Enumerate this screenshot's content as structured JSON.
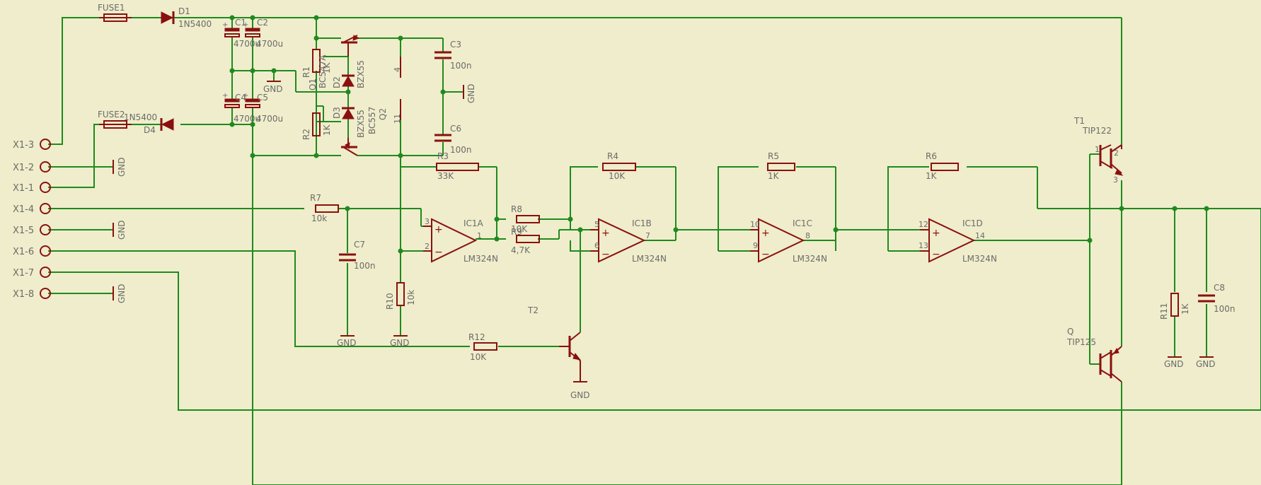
{
  "schematic": {
    "connector_labels": [
      "X1-3",
      "X1-2",
      "X1-1",
      "X1-4",
      "X1-5",
      "X1-6",
      "X1-7",
      "X1-8"
    ],
    "gnd": "GND",
    "fuse1": "FUSE1",
    "fuse2": "FUSE2",
    "d1": "D1",
    "d1_val": "1N5400",
    "d4": "D4",
    "d4_val": "1N5400",
    "c1": "C1",
    "c2": "C2",
    "c4": "C4",
    "c5": "C5",
    "c1_val": "4700u",
    "c2_val": "4700u",
    "c4_val": "4700u",
    "c5_val": "4700u",
    "r1": "R1",
    "r1_val": "1K",
    "r2": "R2",
    "r2_val": "1K",
    "q1": "Q1",
    "q1_val": "BC547A",
    "q2": "Q2",
    "q2_val": "BC557",
    "d2": "D2",
    "d2_val": "BZX55",
    "d3": "D3",
    "d3_val": "BZX55",
    "c3": "C3",
    "c3_val": "100n",
    "c6": "C6",
    "c6_val": "100n",
    "pin4": "4",
    "pin11": "11",
    "r3": "R3",
    "r3_val": "33K",
    "r4": "R4",
    "r4_val": "10K",
    "r5": "R5",
    "r5_val": "1K",
    "r6": "R6",
    "r6_val": "1K",
    "r7": "R7",
    "r7_val": "10k",
    "r8": "R8",
    "r8_val": "10K",
    "r9": "R9",
    "r9_val": "4,7K",
    "r10": "R10",
    "r10_val": "10k",
    "r11": "R11",
    "r11_val": "1K",
    "r12": "R12",
    "r12_val": "10K",
    "c7": "C7",
    "c7_val": "100n",
    "c8": "C8",
    "c8_val": "100n",
    "ic1a": "IC1A",
    "ic1b": "IC1B",
    "ic1c": "IC1C",
    "ic1d": "IC1D",
    "opamp_val": "LM324N",
    "t1": "T1",
    "t1_val": "TIP122",
    "t2": "T2",
    "q": "Q",
    "q_val": "TIP125",
    "pins": {
      "a_plus": "3",
      "a_minus": "2",
      "a_out": "1",
      "b_plus": "5",
      "b_minus": "6",
      "b_out": "7",
      "c_plus": "10",
      "c_minus": "9",
      "c_out": "8",
      "d_plus": "12",
      "d_minus": "13",
      "d_out": "14",
      "t1_b": "1",
      "t1_c": "2",
      "t1_e": "3"
    }
  }
}
